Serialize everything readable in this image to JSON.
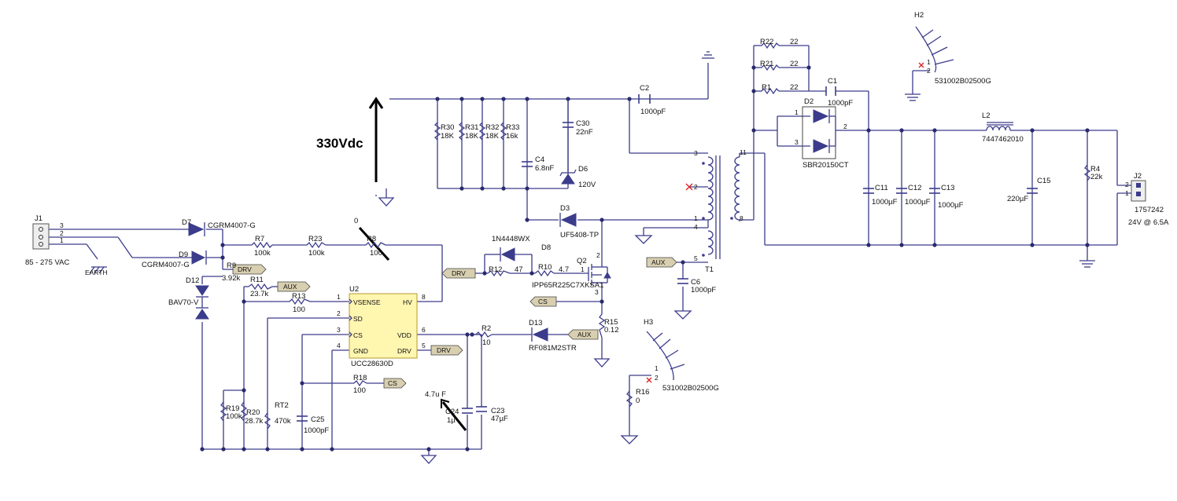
{
  "annotations": {
    "bus_voltage": "330Vdc",
    "r8_value": "0",
    "c24_value": "4.7u F"
  },
  "connectors": {
    "j1": {
      "ref": "J1",
      "pins": [
        "3",
        "2",
        "1"
      ],
      "desc": "85 - 275 VAC",
      "earth": "EARTH"
    },
    "j2": {
      "ref": "J2",
      "pins": [
        "2",
        "1"
      ],
      "part": "1757242",
      "rating": "24V @ 6.5A"
    },
    "h2": {
      "ref": "H2",
      "part": "531002B02500G",
      "pins": [
        "1",
        "2"
      ]
    },
    "h3": {
      "ref": "H3",
      "part": "531002B02500G",
      "pins": [
        "1",
        "2"
      ]
    }
  },
  "ic": {
    "ref": "U2",
    "part": "UCC28630D",
    "pins_left": [
      {
        "num": "1",
        "name": "VSENSE"
      },
      {
        "num": "2",
        "name": "SD"
      },
      {
        "num": "3",
        "name": "CS"
      },
      {
        "num": "4",
        "name": "GND"
      }
    ],
    "pins_right": [
      {
        "num": "8",
        "name": "HV"
      },
      {
        "num": "6",
        "name": "VDD"
      },
      {
        "num": "5",
        "name": "DRV"
      }
    ]
  },
  "tags": {
    "drv": "DRV",
    "aux": "AUX",
    "cs": "CS"
  },
  "diodes": {
    "d7": {
      "ref": "D7",
      "part": "CGRM4007-G"
    },
    "d9": {
      "ref": "D9",
      "part": "CGRM4007-G"
    },
    "d12": {
      "ref": "D12",
      "part": "BAV70-V"
    },
    "d8": {
      "ref": "D8",
      "part": "1N4448WX"
    },
    "d3": {
      "ref": "D3",
      "part": "UF5408-TP"
    },
    "d6": {
      "ref": "D6",
      "part": "120V"
    },
    "d13": {
      "ref": "D13",
      "part": "RF081M2STR"
    },
    "d2": {
      "ref": "D2",
      "part": "SBR20150CT",
      "pins": [
        "1",
        "3",
        "2"
      ]
    }
  },
  "transistor": {
    "ref": "Q2",
    "part": "IPP65R225C7XKSA1",
    "pins": [
      "1",
      "2",
      "3"
    ]
  },
  "resistors": {
    "r7": {
      "ref": "R7",
      "value": "100k"
    },
    "r23": {
      "ref": "R23",
      "value": "100k"
    },
    "r8": {
      "ref": "R8",
      "value": "100"
    },
    "r9": {
      "ref": "R9",
      "value": "3.92k"
    },
    "r11": {
      "ref": "R11",
      "value": "23.7k"
    },
    "r13": {
      "ref": "R13",
      "value": "100"
    },
    "r12": {
      "ref": "R12",
      "value": "47"
    },
    "r10": {
      "ref": "R10",
      "value": "4.7"
    },
    "r2": {
      "ref": "R2",
      "value": "10"
    },
    "r15": {
      "ref": "R15",
      "value": "0.12"
    },
    "r18": {
      "ref": "R18",
      "value": "100"
    },
    "r19": {
      "ref": "R19",
      "value": "100k"
    },
    "r20": {
      "ref": "R20",
      "value": "28.7k"
    },
    "rt2": {
      "ref": "RT2",
      "value": "470k"
    },
    "r30": {
      "ref": "R30",
      "value": "18K"
    },
    "r31": {
      "ref": "R31",
      "value": "18K"
    },
    "r32": {
      "ref": "R32",
      "value": "18K"
    },
    "r33": {
      "ref": "R33",
      "value": "16k"
    },
    "r22": {
      "ref": "R22",
      "value": "22"
    },
    "r21": {
      "ref": "R21",
      "value": "22"
    },
    "r1": {
      "ref": "R1",
      "value": "22"
    },
    "r4": {
      "ref": "R4",
      "value": "22k"
    },
    "r16": {
      "ref": "R16",
      "value": "0"
    }
  },
  "capacitors": {
    "c2": {
      "ref": "C2",
      "value": "1000pF"
    },
    "c30": {
      "ref": "C30",
      "value": "22nF"
    },
    "c4": {
      "ref": "C4",
      "value": "6.8nF"
    },
    "c6": {
      "ref": "C6",
      "value": "1000pF"
    },
    "c1": {
      "ref": "C1",
      "value": "1000pF"
    },
    "c11": {
      "ref": "C11",
      "value": "1000µF"
    },
    "c12": {
      "ref": "C12",
      "value": "1000µF"
    },
    "c13": {
      "ref": "C13",
      "value": "1000µF"
    },
    "c15": {
      "ref": "C15",
      "value": "220µF"
    },
    "c25": {
      "ref": "C25",
      "value": "1000pF"
    },
    "c24": {
      "ref": "C24",
      "value": "1µ"
    },
    "c23": {
      "ref": "C23",
      "value": "47µF"
    }
  },
  "inductor": {
    "ref": "L2",
    "part": "7447462010"
  },
  "transformer": {
    "ref": "T1",
    "pins": [
      "3",
      "2",
      "1",
      "4",
      "5",
      "11",
      "8"
    ]
  },
  "colors": {
    "wire": "#3c3c8c",
    "ic_fill": "#fff6b0",
    "tag_fill": "#d8cfb0",
    "annotation": "#000000"
  }
}
